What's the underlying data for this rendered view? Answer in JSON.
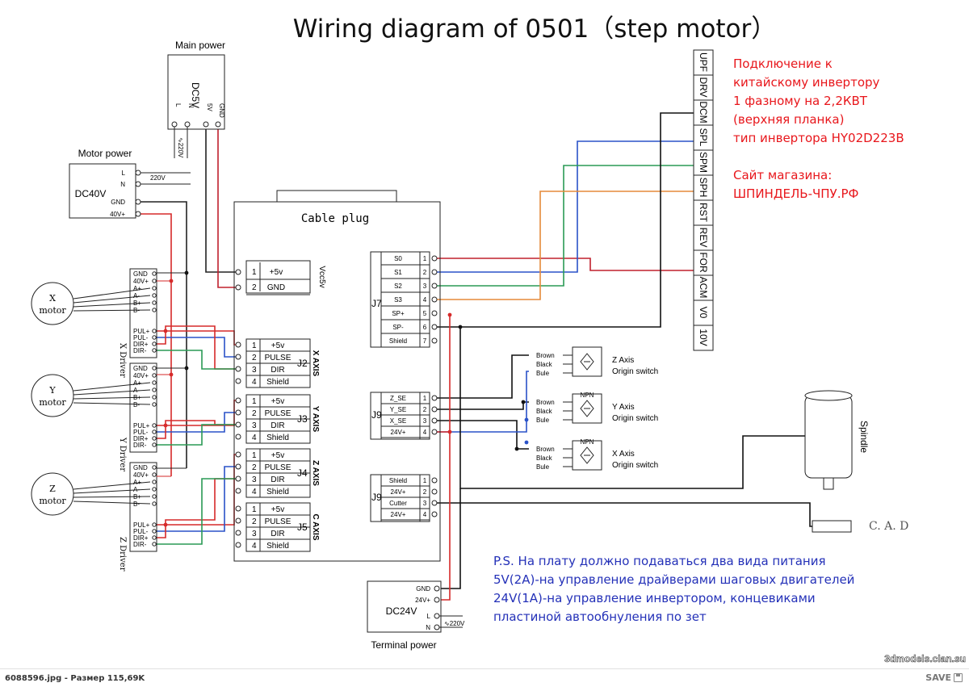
{
  "title": "Wiring diagram of 0501（step motor）",
  "main_power": {
    "label": "Main power",
    "unit": "DC5V",
    "pins": [
      "GND",
      "5V",
      "N",
      "L"
    ],
    "ac": "∿220V"
  },
  "motor_power": {
    "label": "Motor power",
    "unit": "DC40V",
    "pins": [
      "L",
      "N",
      "GND",
      "40V+"
    ],
    "ac": "220V"
  },
  "terminal_power": {
    "label": "Terminal power",
    "unit": "DC24V",
    "pins": [
      "GND",
      "24V+",
      "L",
      "N"
    ],
    "ac": "∿220V"
  },
  "cable_plug": "Cable plug",
  "motors": [
    {
      "label": "X\nmotor",
      "driver": "X Driver"
    },
    {
      "label": "Y\nmotor",
      "driver": "Y Driver"
    },
    {
      "label": "Z\nmotor",
      "driver": "Z Driver"
    }
  ],
  "driver_pins": [
    "GND",
    "40V+",
    "A+",
    "A-",
    "B+",
    "B-",
    "PUL+",
    "PUL-",
    "DIR+",
    "DIR-"
  ],
  "vcc_block": {
    "name": "Vcc5v",
    "pins": [
      {
        "n": "1",
        "t": "+5v"
      },
      {
        "n": "2",
        "t": "GND"
      }
    ]
  },
  "axis_blocks": [
    {
      "name": "X AXIS",
      "jack": "J2"
    },
    {
      "name": "Y AXIS",
      "jack": "J3"
    },
    {
      "name": "Z AXIS",
      "jack": "J4"
    },
    {
      "name": "C AXIS",
      "jack": "J5"
    }
  ],
  "axis_pins": [
    {
      "n": "1",
      "t": "+5v"
    },
    {
      "n": "2",
      "t": "PULSE"
    },
    {
      "n": "3",
      "t": "DIR"
    },
    {
      "n": "4",
      "t": "Shield"
    }
  ],
  "j7": {
    "jack": "J7",
    "pins": [
      "S0",
      "S1",
      "S2",
      "S3",
      "SP+",
      "SP-",
      "Shield"
    ]
  },
  "j9a": {
    "jack": "J9",
    "pins": [
      "Z_SE",
      "Y_SE",
      "X_SE",
      "24V+"
    ]
  },
  "j9b": {
    "jack": "J9",
    "pins": [
      "Shield",
      "24V+",
      "Cutter",
      "24V+"
    ]
  },
  "inverter_pins": [
    "UPF",
    "DRV",
    "DCM",
    "SPL",
    "SPM",
    "SPH",
    "RST",
    "REV",
    "FOR",
    "ACM",
    "V0",
    "10V"
  ],
  "switches": [
    {
      "axis": "Z Axis",
      "caption": "Origin switch",
      "npn": ""
    },
    {
      "axis": "Y Axis",
      "caption": "Origin switch",
      "npn": "NPN"
    },
    {
      "axis": "X Axis",
      "caption": "Origin switch",
      "npn": "NPN"
    }
  ],
  "switch_wires": [
    "Brown",
    "Black",
    "Bule"
  ],
  "spindle": "Spindle",
  "cad": "C. A. D",
  "note_ru": [
    "Подключение к",
    "китайскому инвертору",
    "1 фазному на 2,2КВТ",
    "(верхняя планка)",
    "тип инвертора HY02D223B",
    "",
    "Сайт магазина:",
    "ШПИНДЕЛЬ-ЧПУ.РФ"
  ],
  "note_ps": [
    "P.S. На плату должно подаваться два вида питания",
    "5V(2A)-на управление драйверами шаговых двигателей",
    "24V(1A)-на управление инвертором, концевиками",
    "пластиной автообнуления по зет"
  ],
  "watermark": "3dmodels.clan.su",
  "footer": {
    "filename": "6088596.jpg - Размер 115,69K",
    "save": "SAVE"
  },
  "colors": {
    "red": "#d62a2a",
    "blue": "#2a52c8",
    "green": "#2a9a55",
    "orange": "#e58a3a",
    "black": "#111111",
    "crimson": "#c0202d",
    "note_red": "#e8161b",
    "note_blue": "#2431b8"
  }
}
